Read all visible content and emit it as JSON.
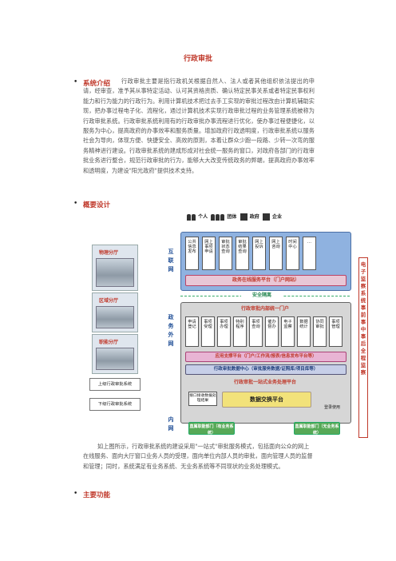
{
  "doc": {
    "title": "行政审批",
    "sections": [
      {
        "heading": "系统介绍",
        "text": "行政审批主要是指行政机关根据自然人、法人或者其他组织依法提出的申请，经审查，准予其从事特定活动、认可其资格资质、确认特定民事关系或者特定民事权利能力和行为能力的行政行为。利用计算机技术把过去手工实现的审批过程改由计算机辅助实现，把办事过程电子化、流程化，通过计算机技术实现行政审批过程的业务管理系统被称为行政审批系统。行政审批系统利用有的行政审批办事流程进行优化，使办事过程便捷化，以服务为中心，提高政府的办事效率和服务质量。增加政府行政透明度，行政审批系统以服务社会为导向，体现方便、快捷安全、高效的原则，本着让群众少跑一段路、少转一次弯的服务精神进行建设。行政审批系统的建成形成对社会统一服务的窗口，对政府各部门的行政审批业务进行整合，规范行政审批的行为，能够大大改变传统政务的弊端，提高政府办事效率和透明度，为建设\"阳光政府\"提供技术支持。"
      },
      {
        "heading": "概要设计",
        "caption": "如上图所示，行政审批系统的建设采用\"一站式\"审批服务模式，包括面向公众的网上在线服务、面向大厅窗口业务人员的受理，面向单位内部人员的审批，面向管理人员的监督和管理；同时，系统满足有业务系统、无业务系统等不同现状的业务处理模式。"
      },
      {
        "heading": "主要功能"
      }
    ]
  },
  "diagram": {
    "top_people": [
      "个人",
      "团体",
      "政府",
      "企业"
    ],
    "left_images": [
      "物理分厅",
      "区域分厅",
      "职能分厅"
    ],
    "zones": [
      "互联网",
      "政务外网",
      "内网"
    ],
    "internet_cells": [
      "公共信息发布",
      "网上事项申请",
      "审批状态查询",
      "审批结果查询",
      "网上投诉",
      "网上咨询",
      "时间中心",
      "…"
    ],
    "internet_platform": "政务在线服务平台（门户网站）",
    "security_isolation": "安全隔离",
    "portal_title": "行政审批内部统一门户",
    "portal_cells": [
      "申请登记",
      "事项受理",
      "事项办理",
      "特别程序",
      "事项查询",
      "催办督办",
      "电子监察",
      "数据统计",
      "协同审批",
      "事项管理"
    ],
    "support_platform": "应用支撑平台（门户/工作流/报表/信息发布平台等）",
    "data_center": "行政审批数据中心（审批服务数据/证照库/项目库等）",
    "one_stop_platform": "行政审批一站式业务处理平台",
    "upper_system": "上级行政审批系统",
    "lower_system": "下级行政审批系统",
    "interface_box": "数据交换平台",
    "interface_left": "接口接收数据处理结果",
    "login_use": "登录使用",
    "dept_with": "直属职能部门（有业务系统）",
    "dept_without": "直属职能部门（无业务系统）",
    "right_label": "电子监察系统事前事中事后全程监察"
  }
}
